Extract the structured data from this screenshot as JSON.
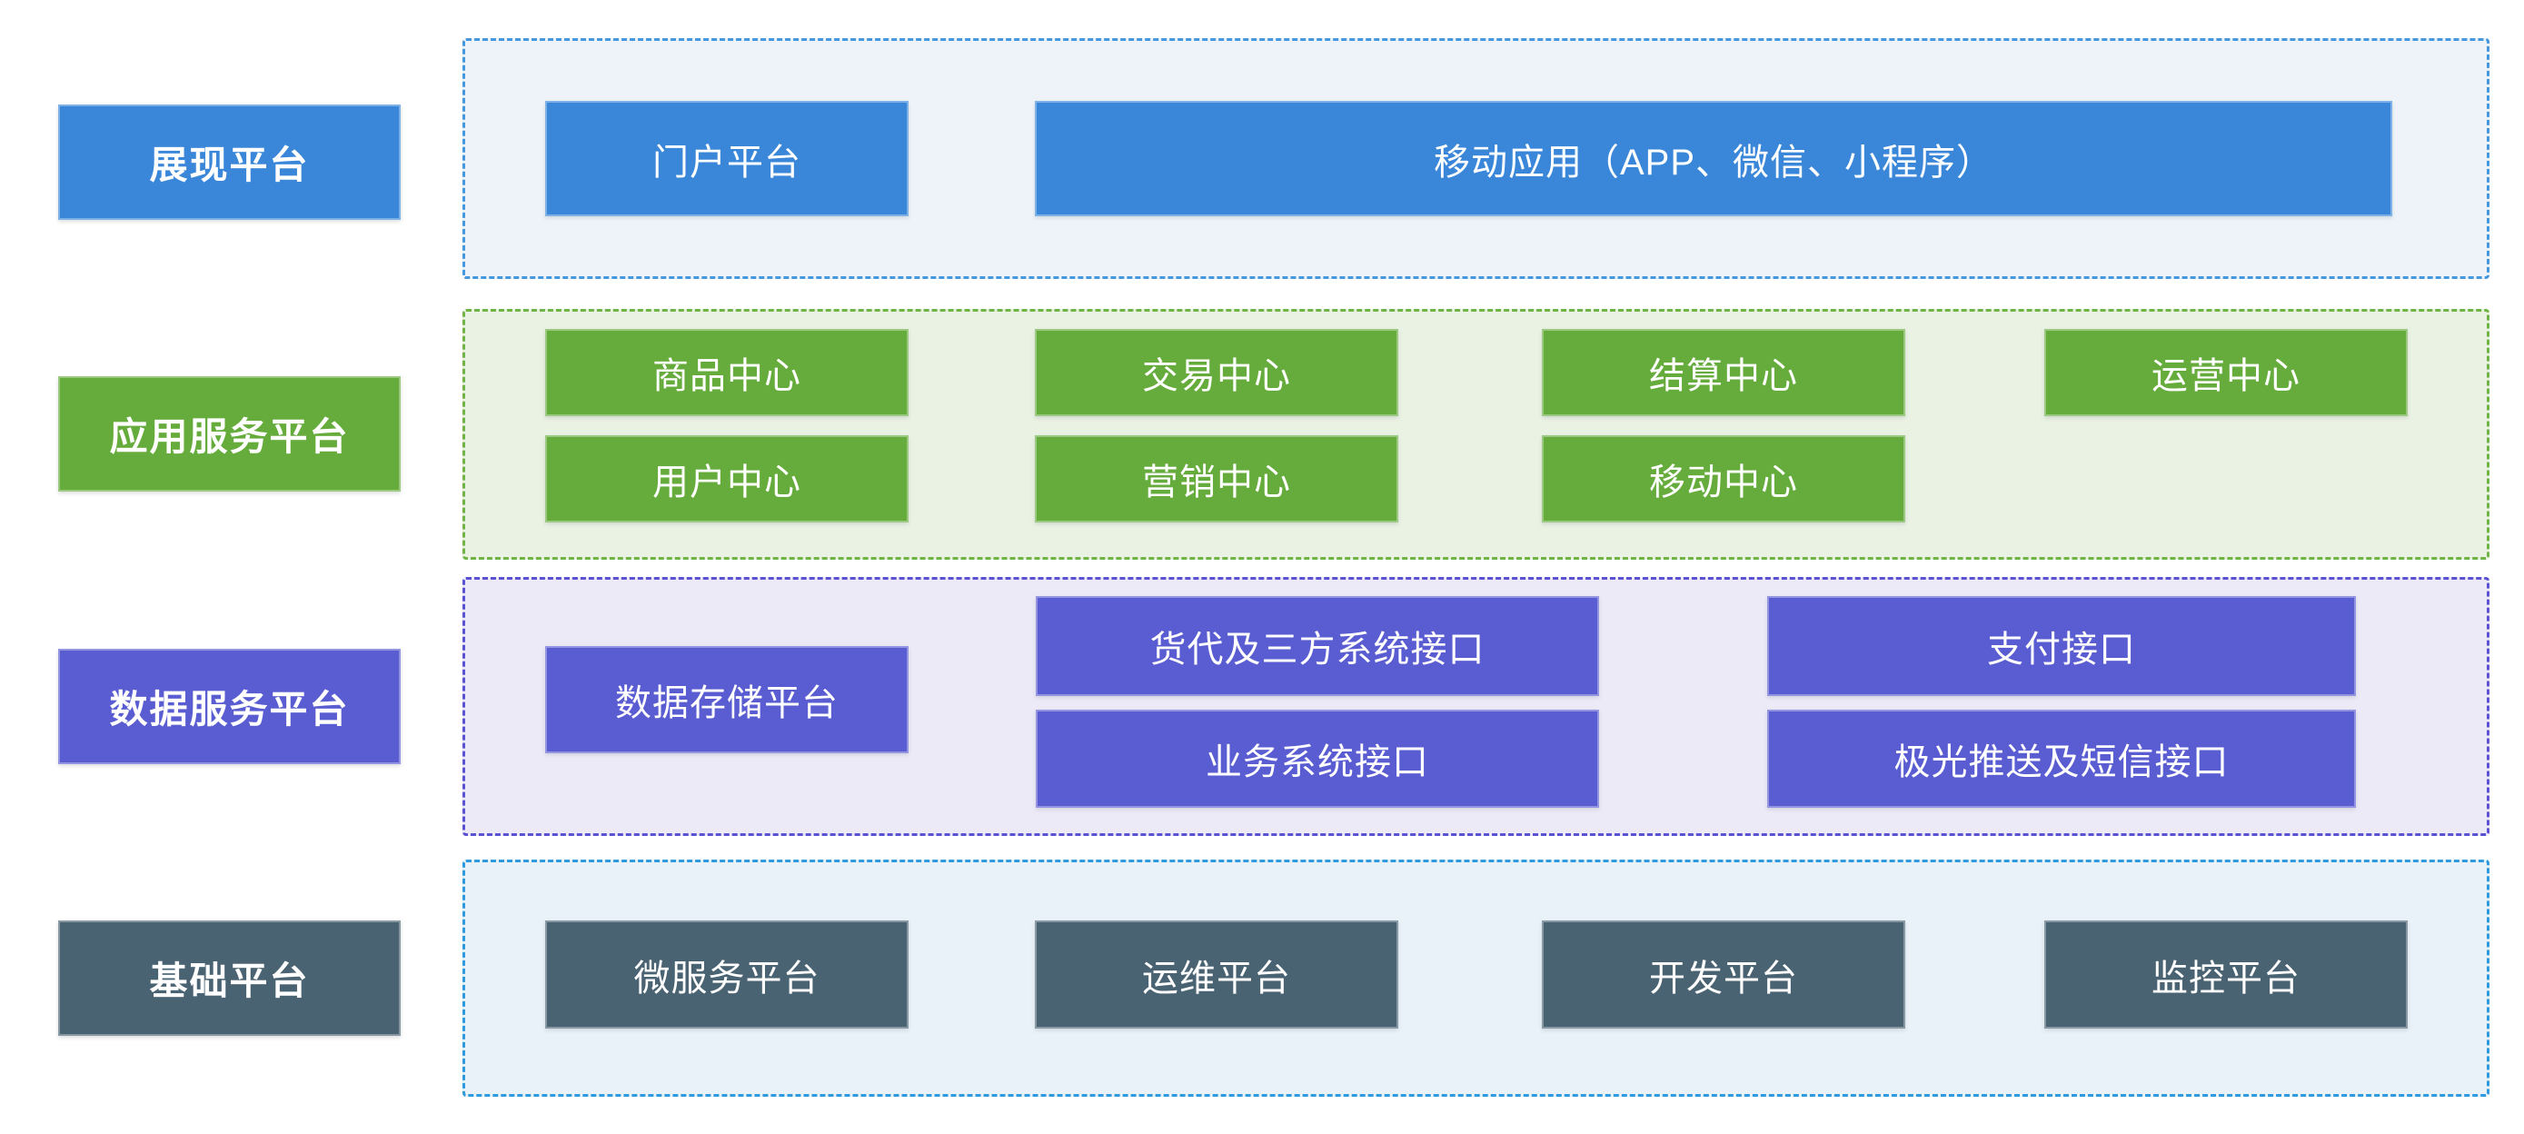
{
  "theme": {
    "blue": "#3a87d9",
    "green": "#66ac3c",
    "purple": "#5a5cd1",
    "slate": "#4a6372",
    "blue_light": "#edf3f8",
    "green_light": "#eaf2e4",
    "purple_light": "#eceaf6",
    "slate_light": "#e9f2f8",
    "blue_dash": "#4598de",
    "green_dash": "#70b347",
    "purple_dash": "#5a51d3",
    "cyan_dash": "#2f9ade",
    "text": "#ffffff"
  },
  "rows": [
    {
      "label": "展现平台",
      "boxes": [
        {
          "label": "门户平台"
        },
        {
          "label": "移动应用（APP、微信、小程序）"
        }
      ]
    },
    {
      "label": "应用服务平台",
      "boxes": [
        {
          "label": "商品中心"
        },
        {
          "label": "交易中心"
        },
        {
          "label": "结算中心"
        },
        {
          "label": "运营中心"
        },
        {
          "label": "用户中心"
        },
        {
          "label": "营销中心"
        },
        {
          "label": "移动中心"
        }
      ]
    },
    {
      "label": "数据服务平台",
      "boxes": [
        {
          "label": "数据存储平台"
        },
        {
          "label": "货代及三方系统接口"
        },
        {
          "label": "业务系统接口"
        },
        {
          "label": "支付接口"
        },
        {
          "label": "极光推送及短信接口"
        }
      ]
    },
    {
      "label": "基础平台",
      "boxes": [
        {
          "label": "微服务平台"
        },
        {
          "label": "运维平台"
        },
        {
          "label": "开发平台"
        },
        {
          "label": "监控平台"
        }
      ]
    }
  ]
}
